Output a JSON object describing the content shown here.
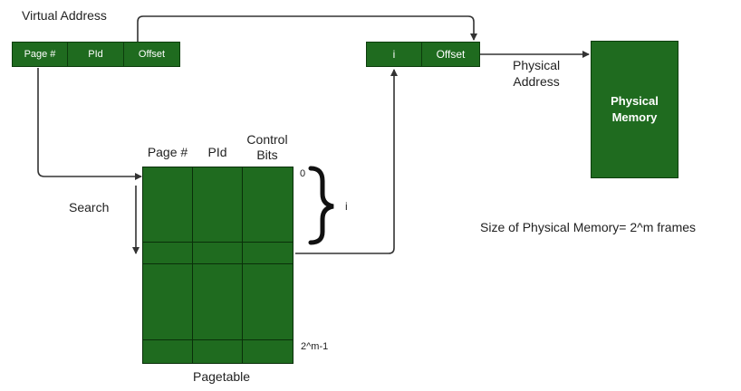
{
  "virtual_address": {
    "title": "Virtual Address",
    "fields": [
      "Page #",
      "PId",
      "Offset"
    ]
  },
  "physical_address_register": {
    "fields": [
      "i",
      "Offset"
    ],
    "label_line1": "Physical",
    "label_line2": "Address"
  },
  "physical_memory": {
    "line1": "Physical",
    "line2": "Memory"
  },
  "page_table": {
    "headers": [
      "Page #",
      "PId"
    ],
    "control_line1": "Control",
    "control_line2": "Bits",
    "row_first_label": "0",
    "row_last_label": "2^m-1",
    "caption": "Pagetable",
    "index_label": "i"
  },
  "search_label": "Search",
  "size_note": "Size of Physical Memory= 2^m frames",
  "colors": {
    "box_fill": "#1f6b1f",
    "box_border": "#0c3d0c",
    "line": "#333333"
  }
}
